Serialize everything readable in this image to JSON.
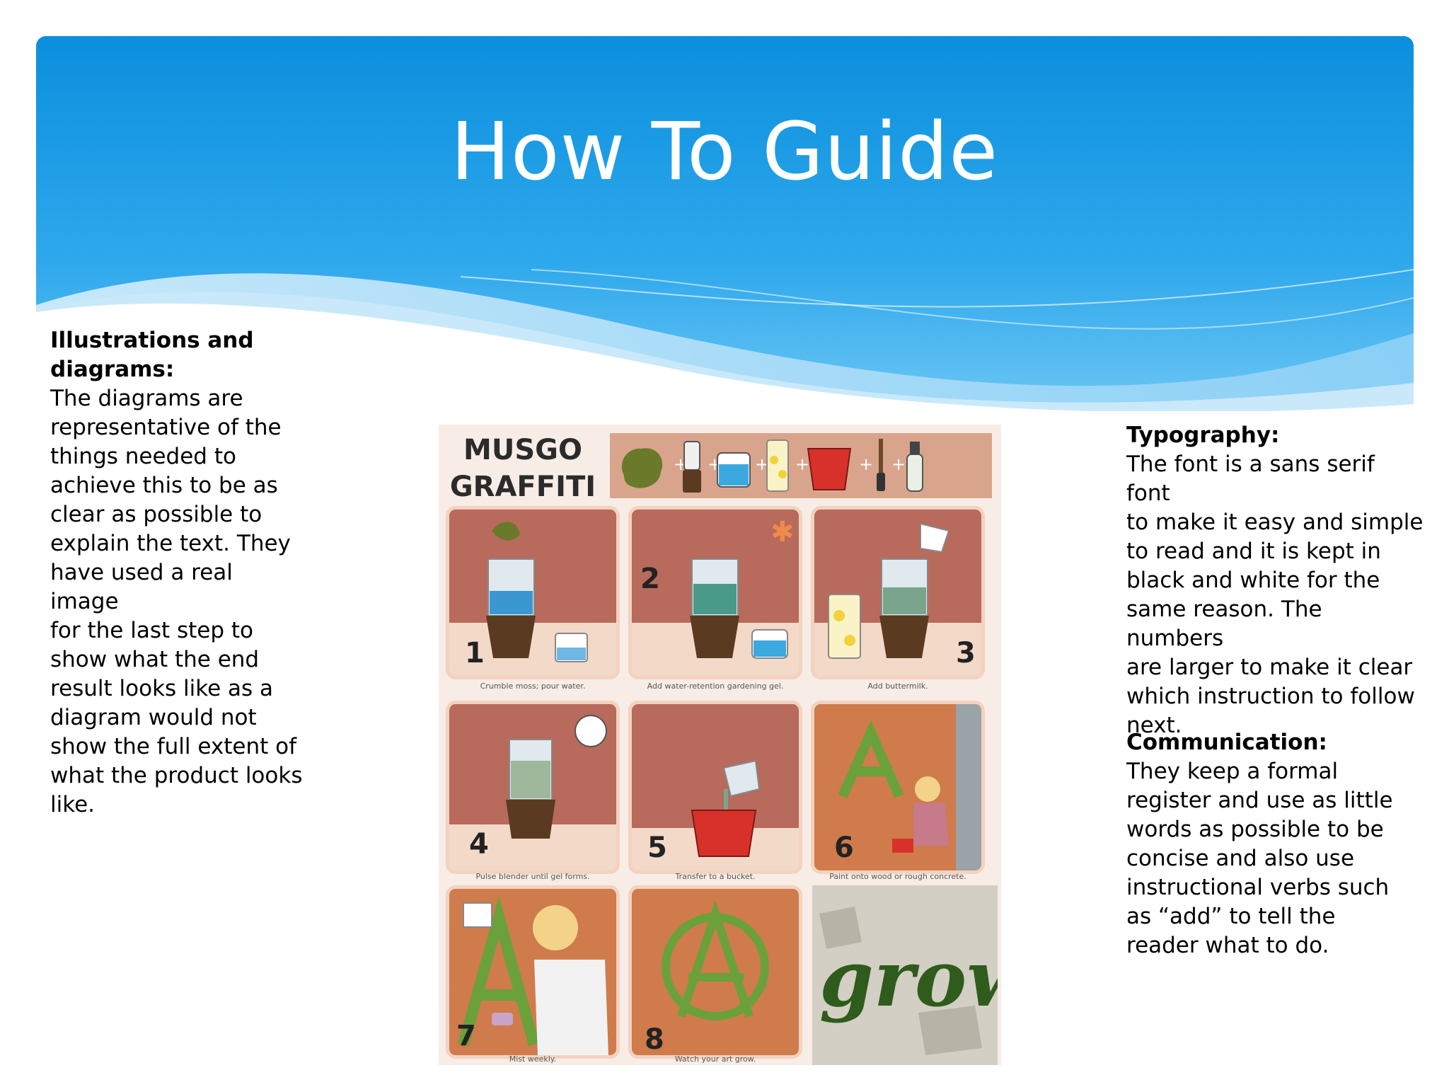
{
  "slide": {
    "title": "How To Guide",
    "colors": {
      "band_top": "#0a8fde",
      "band_bottom": "#5cc0f3",
      "wave": "#a7dbf8"
    }
  },
  "left_column": {
    "heading_line1": "Illustrations and",
    "heading_line2": "diagrams:",
    "lines": [
      "The diagrams are",
      "representative of the",
      "things needed to",
      "achieve this to be as",
      "clear as possible to",
      "explain the text. They",
      "have used a real image",
      "for the last step to",
      "show what the end",
      "result looks like as a",
      "diagram would not",
      "show the full extent of",
      "what the product looks",
      "like."
    ]
  },
  "typography": {
    "heading": "Typography:",
    "lines": [
      "The font is a sans serif font",
      "to make it easy and simple",
      "to read and it is kept in",
      "black and white for the",
      "same reason. The numbers",
      "are larger to make it clear",
      "which instruction to follow",
      "next."
    ]
  },
  "communication": {
    "heading": "Communication:",
    "lines": [
      "They keep a formal",
      "register and use as little",
      "words as possible to be",
      "concise and also use",
      "instructional verbs such",
      "as “add” to tell the",
      "reader what to do."
    ]
  },
  "poster": {
    "title_line1": "MUSGO",
    "title_line2": "GRAFFITI",
    "photo_word": "grow",
    "panels": [
      {
        "number": "1",
        "caption": "Crumble moss; pour water."
      },
      {
        "number": "2",
        "caption": "Add water-retention gardening gel."
      },
      {
        "number": "3",
        "caption": "Add buttermilk."
      },
      {
        "number": "4",
        "caption": "Pulse blender until gel forms."
      },
      {
        "number": "5",
        "caption": "Transfer to a bucket."
      },
      {
        "number": "6",
        "caption": "Paint onto wood or rough concrete."
      },
      {
        "number": "7",
        "caption": "Mist weekly."
      },
      {
        "number": "8",
        "caption": "Watch your art grow."
      }
    ]
  }
}
